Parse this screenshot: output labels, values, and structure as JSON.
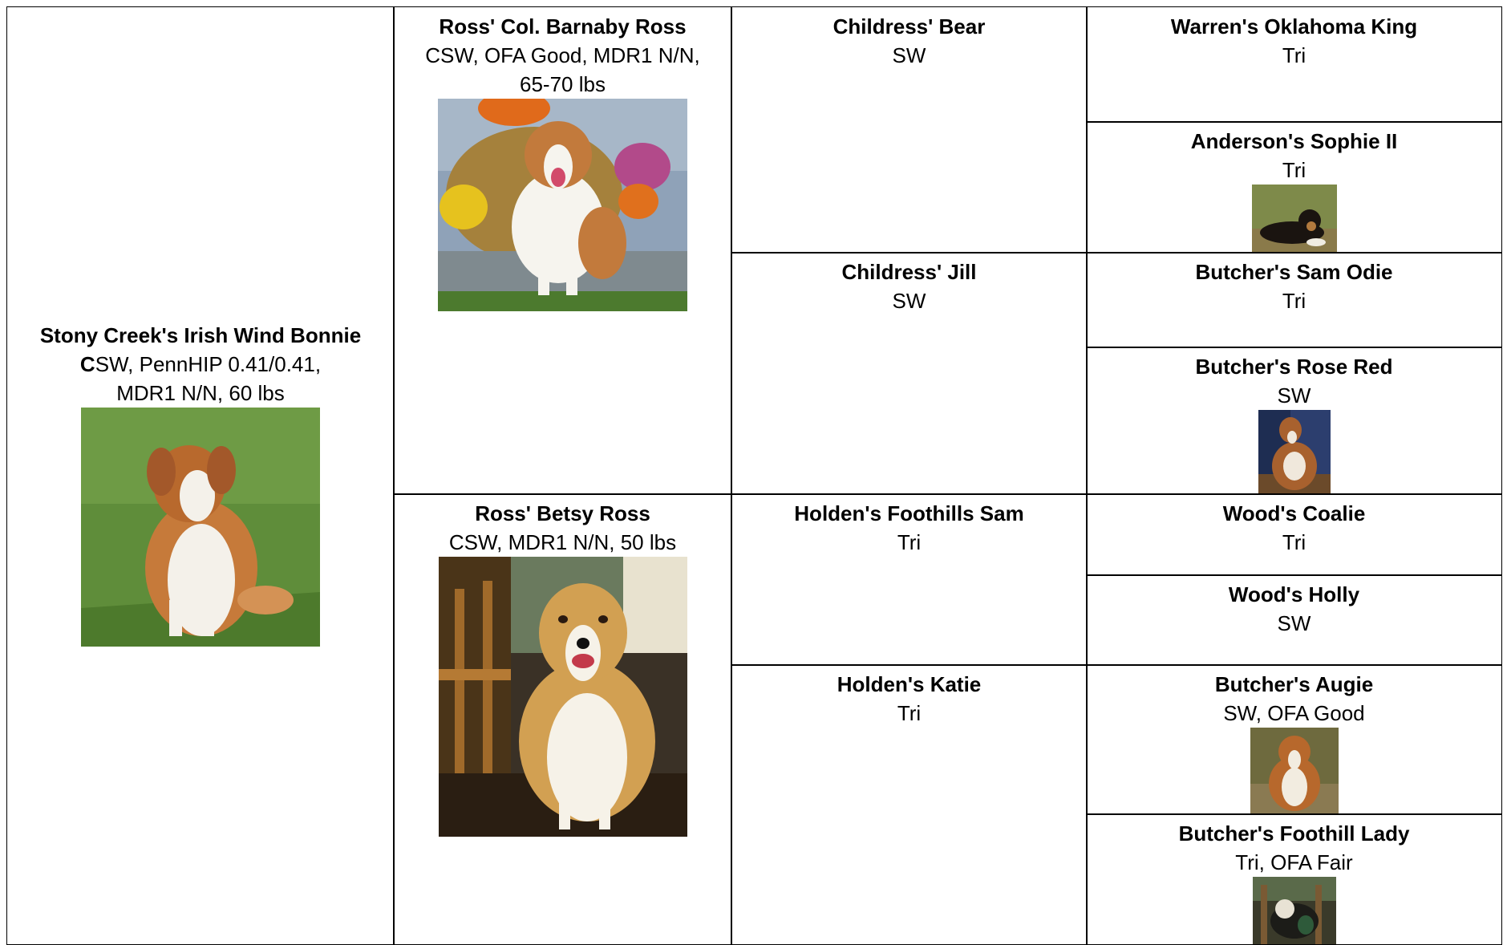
{
  "subject": {
    "name": "Stony Creek's Irish Wind Bonnie",
    "desc_bold": "C",
    "desc_rest_line1": "SW, PennHIP 0.41/0.41,",
    "desc_line2": "MDR1 N/N, 60 lbs"
  },
  "sire": {
    "name": "Ross' Col. Barnaby Ross",
    "desc_line1": "CSW, OFA Good, MDR1 N/N,",
    "desc_line2": "65-70 lbs"
  },
  "dam": {
    "name": "Ross' Betsy Ross",
    "desc_line1": "CSW, MDR1 N/N, 50 lbs"
  },
  "gen3": [
    {
      "name": "Childress' Bear",
      "desc": "SW"
    },
    {
      "name": "Childress' Jill",
      "desc": "SW"
    },
    {
      "name": "Holden's Foothills Sam",
      "desc": "Tri"
    },
    {
      "name": "Holden's Katie",
      "desc": "Tri"
    }
  ],
  "gen4": [
    {
      "name": "Warren's Oklahoma King",
      "desc": "Tri"
    },
    {
      "name": "Anderson's Sophie II",
      "desc": "Tri"
    },
    {
      "name": "Butcher's Sam Odie",
      "desc": "Tri"
    },
    {
      "name": "Butcher's Rose Red",
      "desc": "SW"
    },
    {
      "name": "Wood's Coalie",
      "desc": "Tri"
    },
    {
      "name": "Wood's Holly",
      "desc": "SW"
    },
    {
      "name": "Butcher's Augie",
      "desc": "SW, OFA Good"
    },
    {
      "name": "Butcher's Foothill Lady",
      "desc": "Tri, OFA Fair"
    }
  ]
}
